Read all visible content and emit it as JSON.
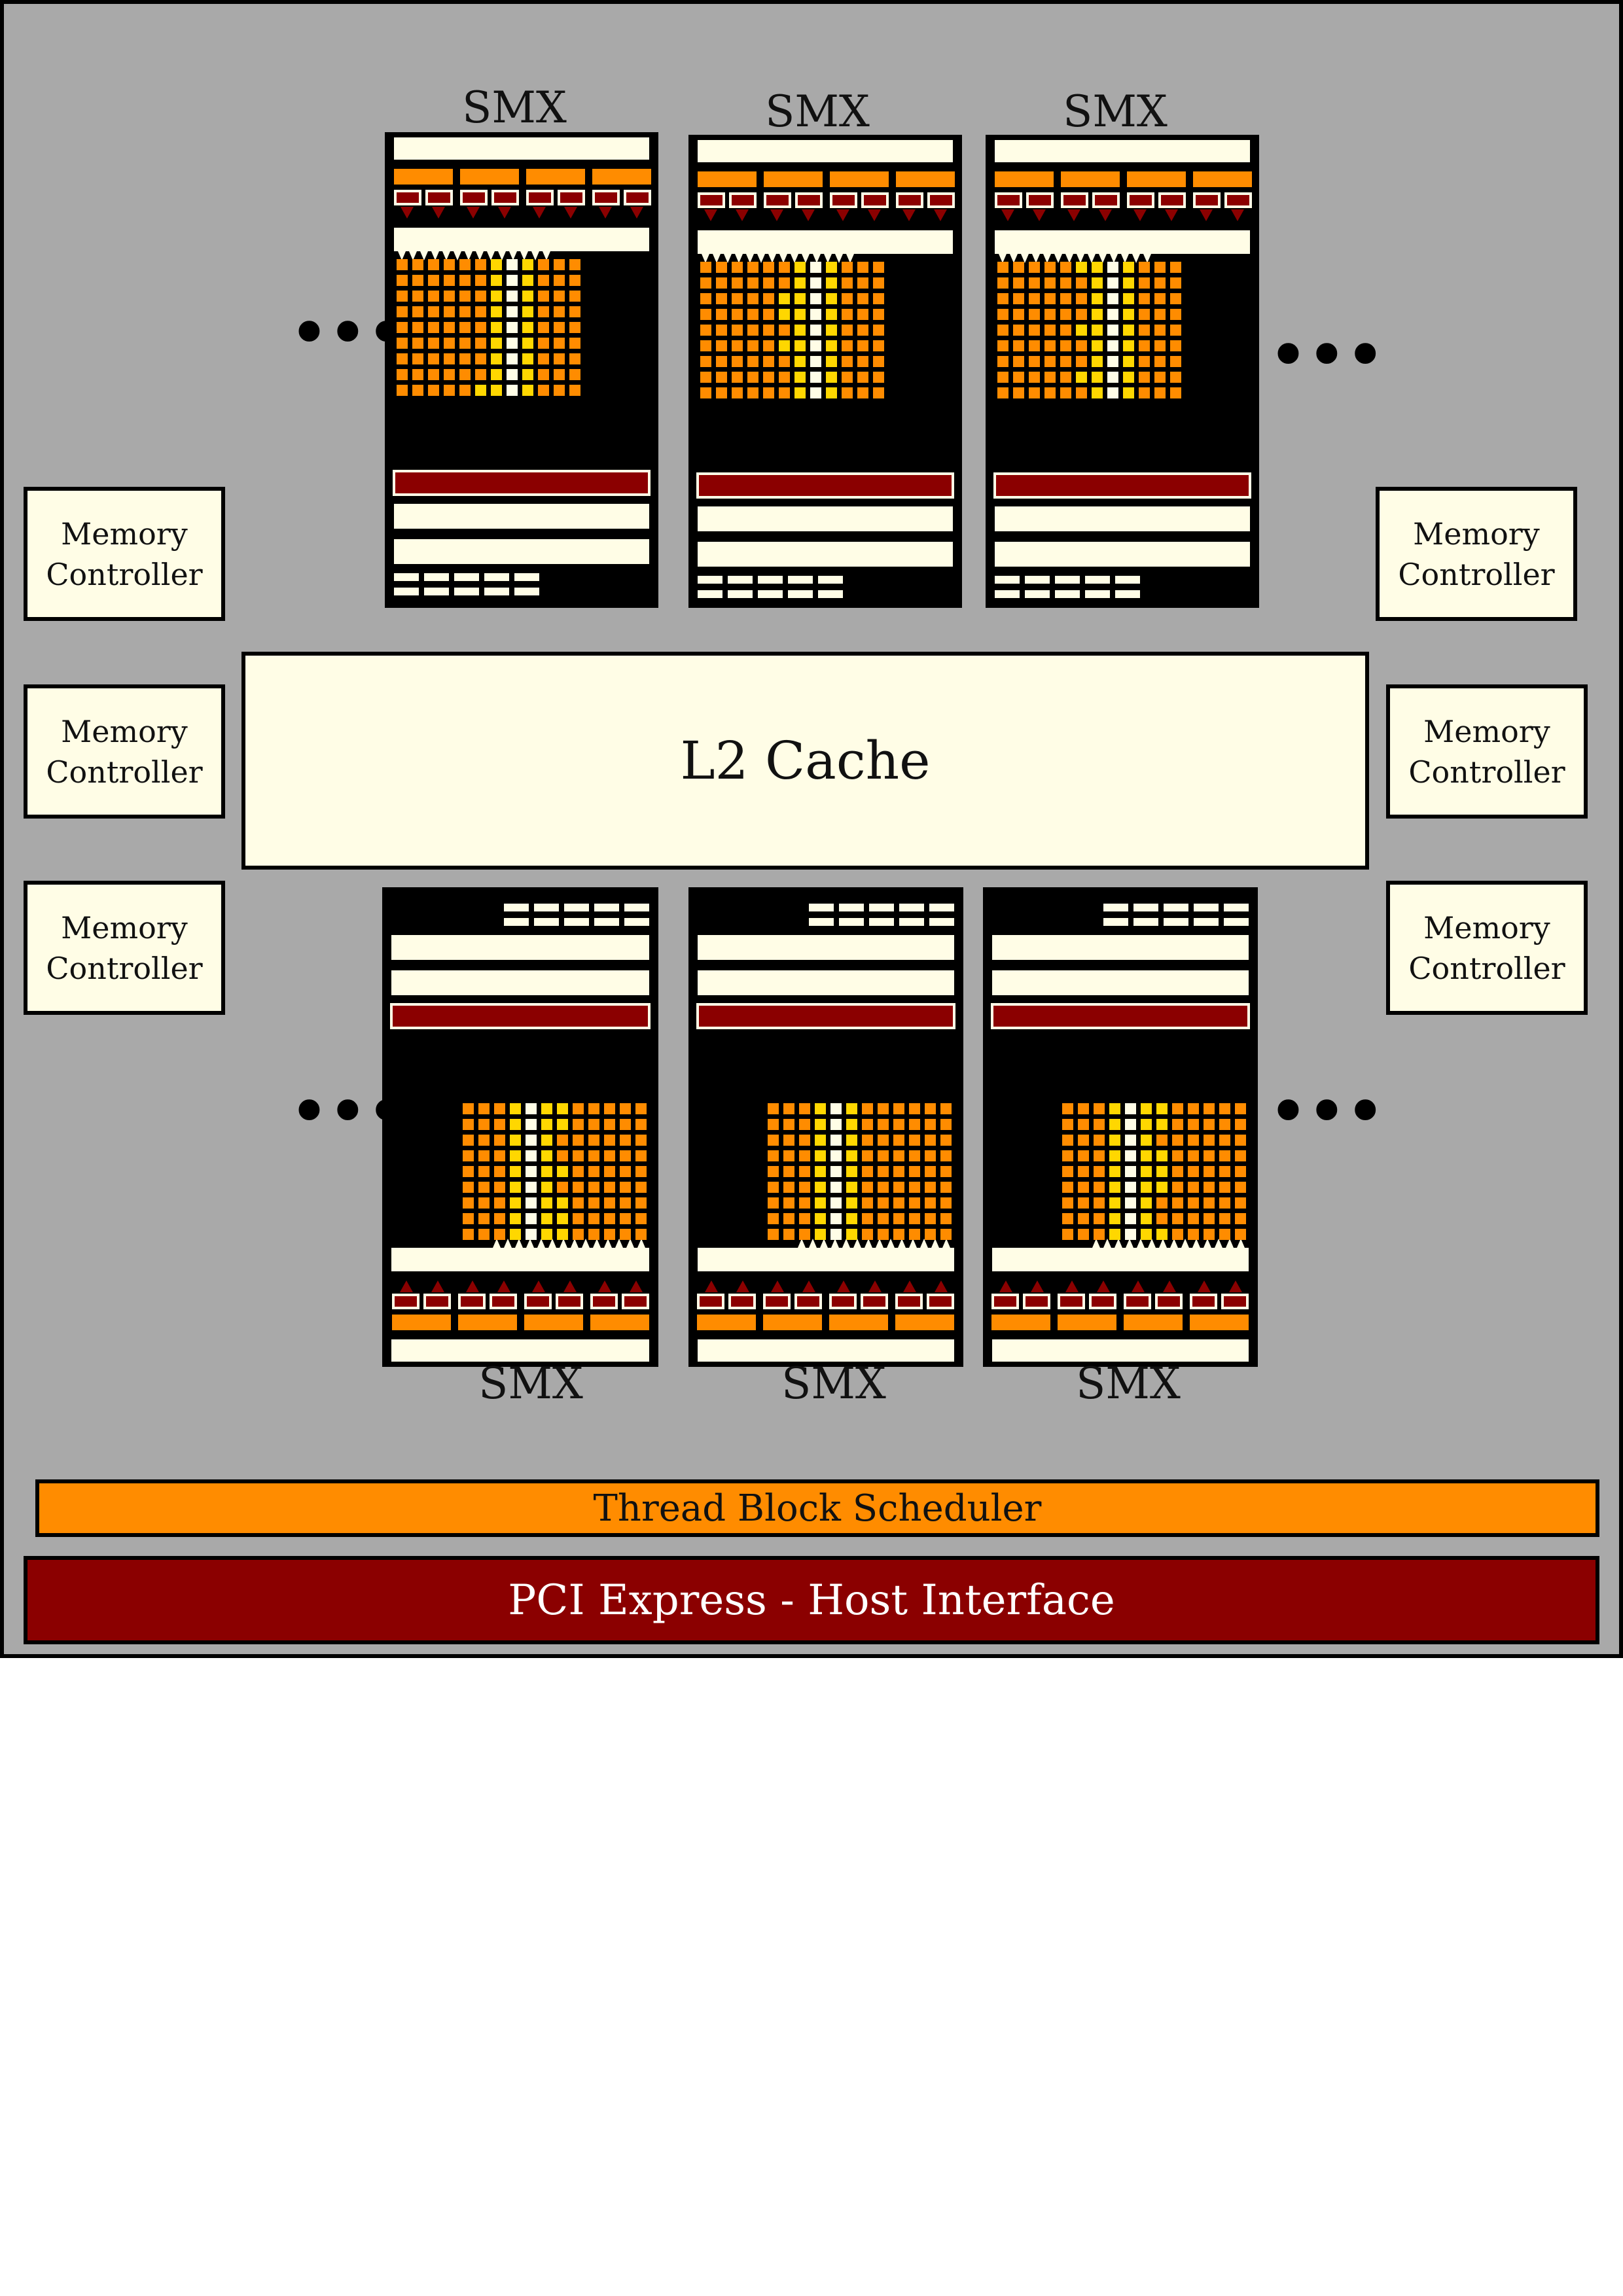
{
  "smx": {
    "label": "SMX",
    "top_labels": [
      "SMX",
      "SMX",
      "SMX"
    ],
    "bottom_labels": [
      "SMX",
      "SMX",
      "SMX"
    ]
  },
  "memory_controller": {
    "line1": "Memory",
    "line2": "Controller"
  },
  "l2_cache": "L2 Cache",
  "ellipsis": "•••",
  "thread_block_scheduler": "Thread Block Scheduler",
  "pcie": "PCI Express - Host Interface",
  "colors": {
    "chip_background": "#a9a9a9",
    "cream": "#fffde6",
    "orange": "#ff8c00",
    "dark_red": "#8b0000",
    "yellow": "#ffd700",
    "black": "#000000"
  }
}
